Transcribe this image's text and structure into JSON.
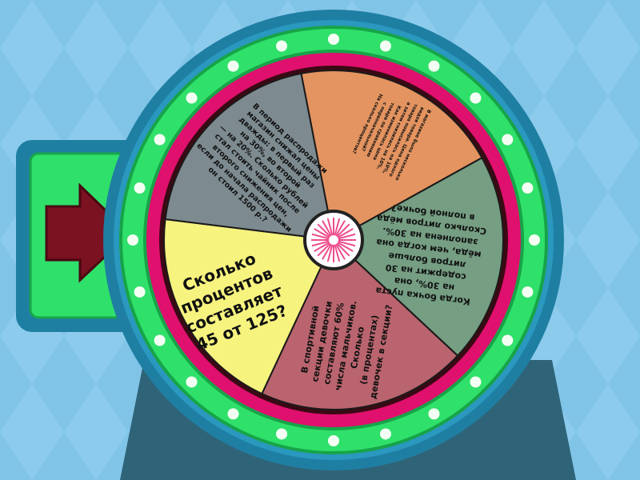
{
  "game": {
    "colors": {
      "background": "#7fc3e6",
      "outer_ring": "#1f7fa3",
      "green_ring": "#2fe06a",
      "pink_ring": "#e0106e",
      "base": "#2f6478",
      "arrow": "#7a1222"
    },
    "segments": [
      {
        "color": "#7d8b90",
        "lines": [
          "В период распродажи",
          "магазин снижал цены",
          "дважды: в первый раз",
          "на 30%, во второй",
          "— на 20%. Сколько рублей",
          "стал стоить чайник после",
          "второго снижения цен,",
          "если до начала распродажи",
          "он стоил 1500 р.?"
        ]
      },
      {
        "color": "#e49460",
        "lines": [
          "В магазине было несколько",
          "видов товара. Цена одного",
          "товара повысилась на 10%,",
          "а затем снизилась на 10%.",
          "Как изменилась цена",
          "товара по сравнению",
          "с первоначальной?",
          "На сколько процентов?"
        ]
      },
      {
        "color": "#759e83",
        "lines": [
          "Когда бочка пуста",
          "на 30%, она",
          "содержит на 30",
          "литров больше",
          "мёда, чем когда она",
          "заполнена на 30%.",
          "Сколько литров мёда",
          "в полной бочке?"
        ]
      },
      {
        "color": "#b9646e",
        "lines": [
          "В спортивной",
          "секции девочки",
          "составляют 60%",
          "числа мальчиков.",
          "Сколько",
          "(в процентах)",
          "девочек в секции?"
        ]
      },
      {
        "color": "#f7f37f",
        "lines": [
          "Сколько",
          "процентов",
          "составляет",
          "45 от 125?"
        ]
      }
    ]
  }
}
